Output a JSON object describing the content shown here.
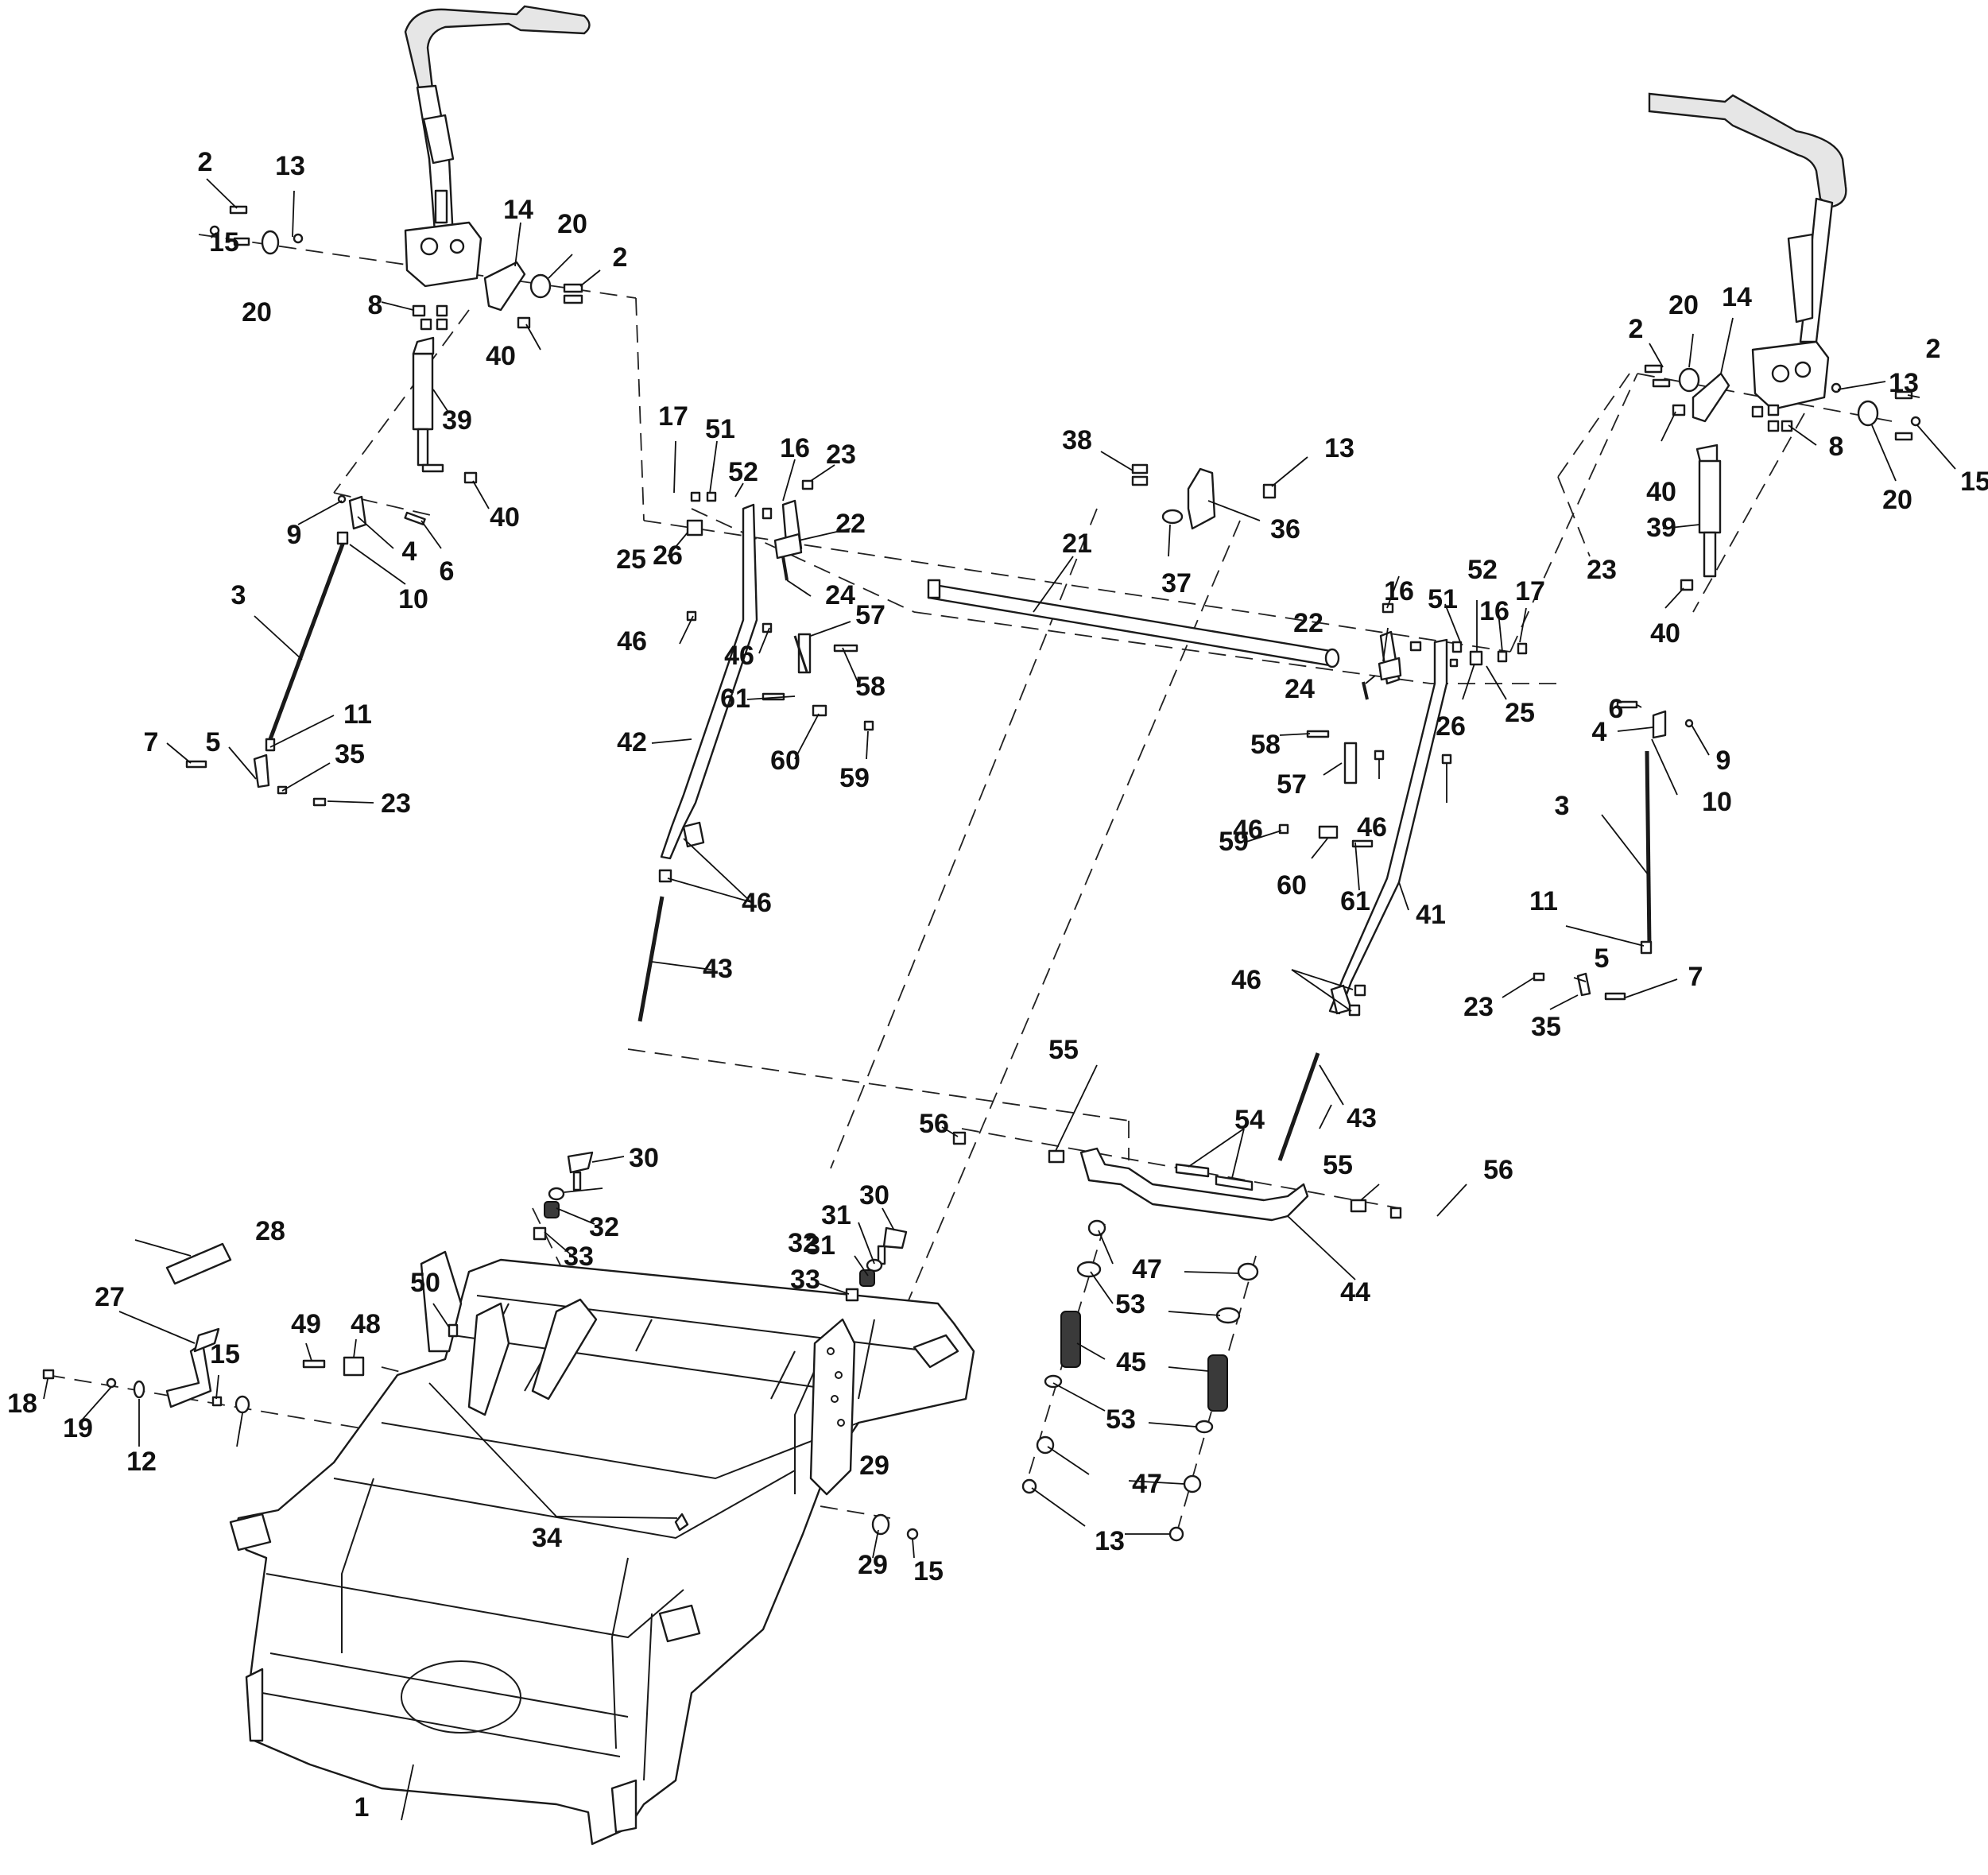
{
  "diagram": {
    "callouts": [
      {
        "label": "1"
      },
      {
        "label": "2"
      },
      {
        "label": "2"
      },
      {
        "label": "2"
      },
      {
        "label": "2"
      },
      {
        "label": "3"
      },
      {
        "label": "3"
      },
      {
        "label": "4"
      },
      {
        "label": "4"
      },
      {
        "label": "5"
      },
      {
        "label": "5"
      },
      {
        "label": "6"
      },
      {
        "label": "6"
      },
      {
        "label": "7"
      },
      {
        "label": "7"
      },
      {
        "label": "8"
      },
      {
        "label": "8"
      },
      {
        "label": "9"
      },
      {
        "label": "9"
      },
      {
        "label": "10"
      },
      {
        "label": "10"
      },
      {
        "label": "11"
      },
      {
        "label": "11"
      },
      {
        "label": "12"
      },
      {
        "label": "13"
      },
      {
        "label": "13"
      },
      {
        "label": "13"
      },
      {
        "label": "13"
      },
      {
        "label": "14"
      },
      {
        "label": "14"
      },
      {
        "label": "15"
      },
      {
        "label": "15"
      },
      {
        "label": "15"
      },
      {
        "label": "15"
      },
      {
        "label": "16"
      },
      {
        "label": "16"
      },
      {
        "label": "16"
      },
      {
        "label": "17"
      },
      {
        "label": "17"
      },
      {
        "label": "18"
      },
      {
        "label": "19"
      },
      {
        "label": "20"
      },
      {
        "label": "20"
      },
      {
        "label": "20"
      },
      {
        "label": "20"
      },
      {
        "label": "21"
      },
      {
        "label": "22"
      },
      {
        "label": "22"
      },
      {
        "label": "23"
      },
      {
        "label": "23"
      },
      {
        "label": "23"
      },
      {
        "label": "23"
      },
      {
        "label": "24"
      },
      {
        "label": "24"
      },
      {
        "label": "25"
      },
      {
        "label": "25"
      },
      {
        "label": "26"
      },
      {
        "label": "26"
      },
      {
        "label": "27"
      },
      {
        "label": "28"
      },
      {
        "label": "29"
      },
      {
        "label": "29"
      },
      {
        "label": "30"
      },
      {
        "label": "30"
      },
      {
        "label": "31"
      },
      {
        "label": "31"
      },
      {
        "label": "32"
      },
      {
        "label": "32"
      },
      {
        "label": "33"
      },
      {
        "label": "33"
      },
      {
        "label": "34"
      },
      {
        "label": "35"
      },
      {
        "label": "35"
      },
      {
        "label": "36"
      },
      {
        "label": "37"
      },
      {
        "label": "38"
      },
      {
        "label": "39"
      },
      {
        "label": "39"
      },
      {
        "label": "40"
      },
      {
        "label": "40"
      },
      {
        "label": "40"
      },
      {
        "label": "40"
      },
      {
        "label": "41"
      },
      {
        "label": "42"
      },
      {
        "label": "43"
      },
      {
        "label": "43"
      },
      {
        "label": "44"
      },
      {
        "label": "45"
      },
      {
        "label": "46"
      },
      {
        "label": "46"
      },
      {
        "label": "46"
      },
      {
        "label": "46"
      },
      {
        "label": "46"
      },
      {
        "label": "46"
      },
      {
        "label": "47"
      },
      {
        "label": "47"
      },
      {
        "label": "48"
      },
      {
        "label": "49"
      },
      {
        "label": "50"
      },
      {
        "label": "51"
      },
      {
        "label": "51"
      },
      {
        "label": "52"
      },
      {
        "label": "52"
      },
      {
        "label": "53"
      },
      {
        "label": "53"
      },
      {
        "label": "54"
      },
      {
        "label": "55"
      },
      {
        "label": "55"
      },
      {
        "label": "56"
      },
      {
        "label": "56"
      },
      {
        "label": "57"
      },
      {
        "label": "57"
      },
      {
        "label": "58"
      },
      {
        "label": "58"
      },
      {
        "label": "59"
      },
      {
        "label": "59"
      },
      {
        "label": "60"
      },
      {
        "label": "60"
      },
      {
        "label": "61"
      },
      {
        "label": "61"
      }
    ]
  }
}
